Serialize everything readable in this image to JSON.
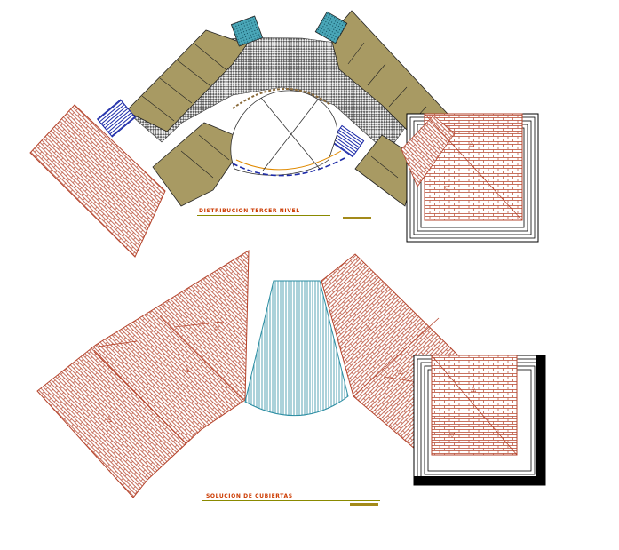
{
  "colors": {
    "background": "#ffffff",
    "roof_tile": "#b5442c",
    "room_fill": "#a89a63",
    "corridor": "#5c5c5c",
    "stairs": "#1c2aa8",
    "skylight": "#4aa7b8",
    "atrium_cover": "#2d8ea3",
    "title_text": "#cc3a00",
    "title_rule": "#8a8a00",
    "scale_bar": "#a38a1a",
    "edge_dark": "#000000"
  },
  "plans": {
    "upper": {
      "title": "DISTRIBUCION TERCER NIVEL",
      "icons": [
        "roof-tile-hatch",
        "room-block",
        "stair-symbol",
        "skylight-symbol",
        "atrium-arc"
      ]
    },
    "lower": {
      "title": "SOLUCION DE CUBIERTAS",
      "icons": [
        "roof-tile-hatch",
        "atrium-cover-hatch",
        "slope-arrow"
      ]
    }
  }
}
